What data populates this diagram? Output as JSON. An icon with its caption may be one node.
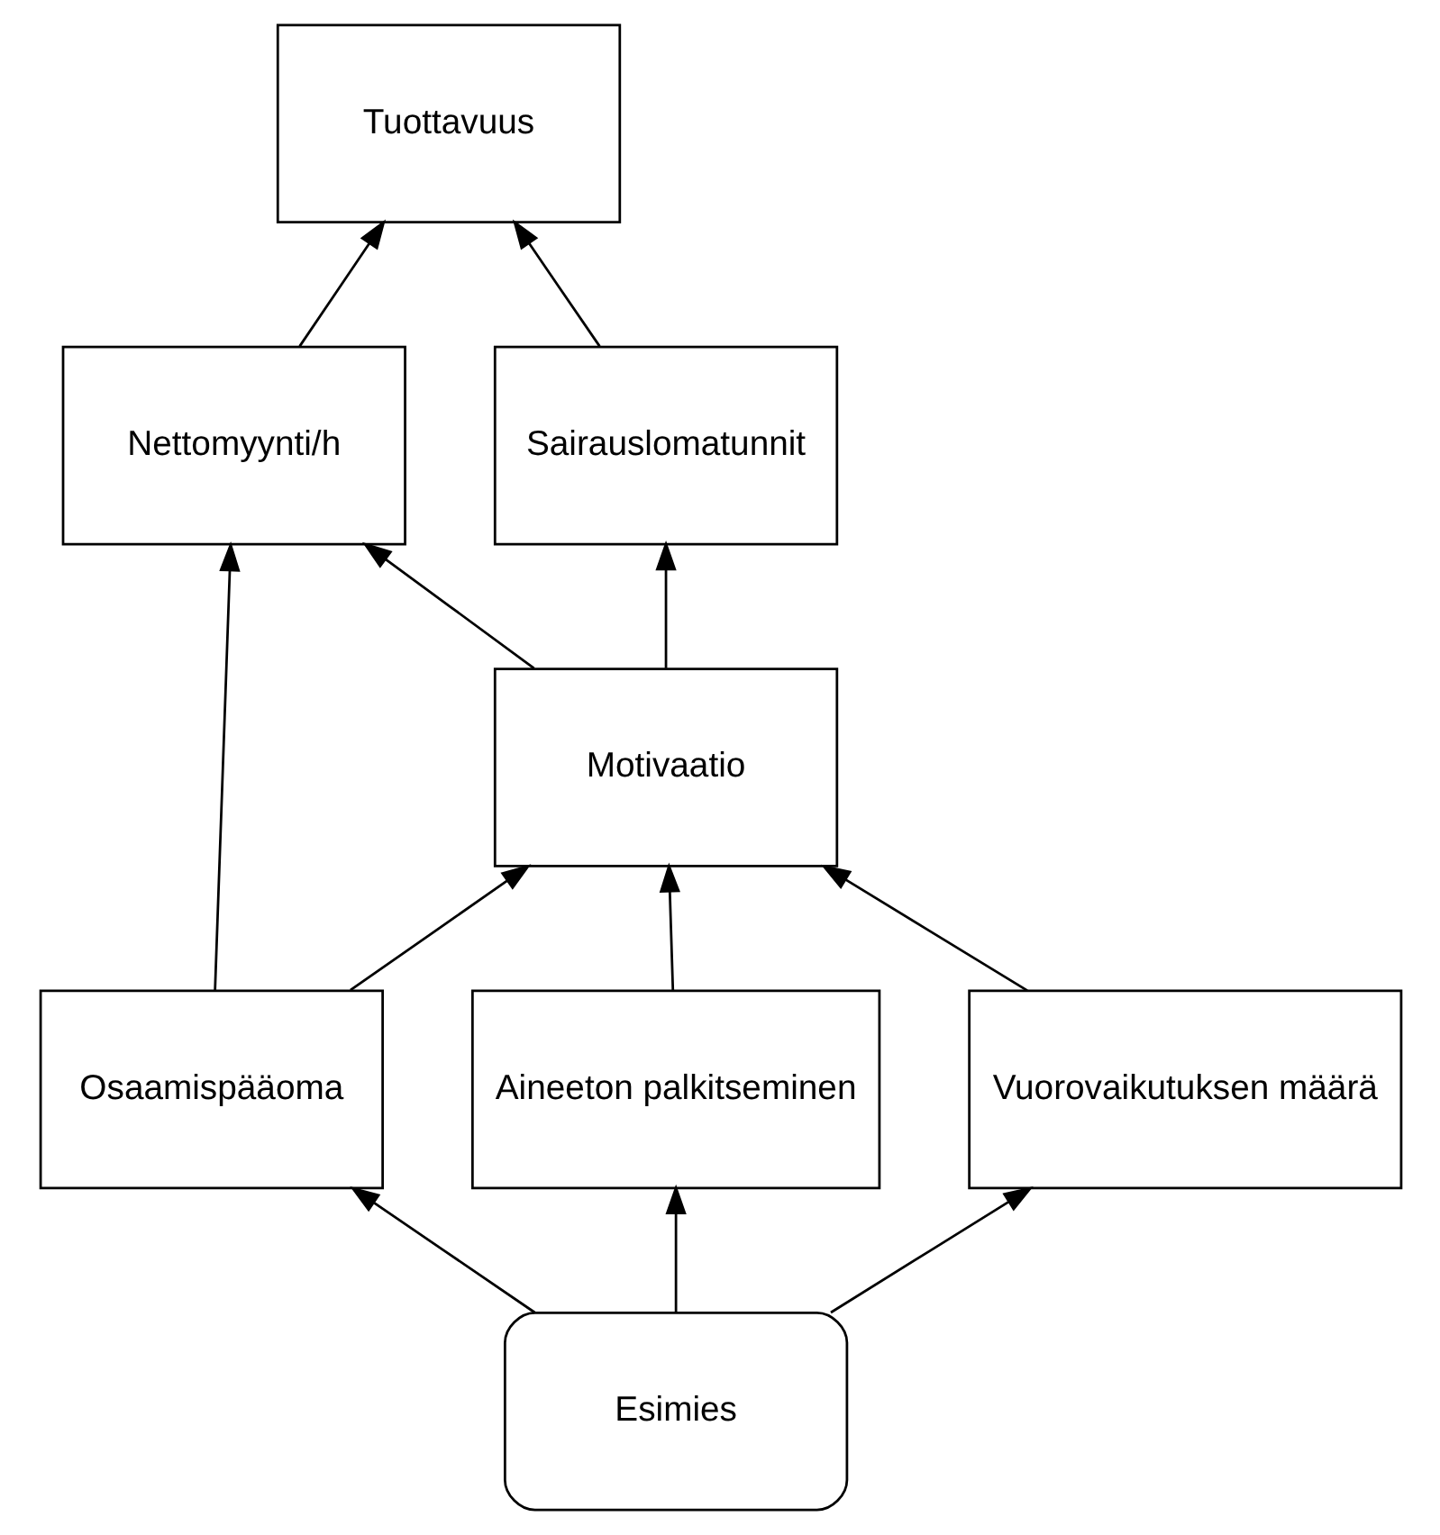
{
  "diagram": {
    "nodes": [
      {
        "text": [
          "Tuottavuus"
        ]
      },
      {
        "text": [
          "Nettomyynti/h"
        ]
      },
      {
        "text": [
          "Sairauslomatunnit"
        ]
      },
      {
        "text": [
          "Motivaatio"
        ]
      },
      {
        "text": [
          "Osaamispääoma"
        ]
      },
      {
        "text": [
          "Aineeton palkitseminen"
        ]
      },
      {
        "text": [
          "Vuorovaikutuksen määrä"
        ]
      },
      {
        "text": [
          "Esimies"
        ]
      }
    ],
    "edges": [
      {
        "from": 1,
        "to": 0,
        "arrow": "to"
      },
      {
        "from": 2,
        "to": 0,
        "arrow": "to"
      },
      {
        "from": 3,
        "to": 1,
        "arrow": "to"
      },
      {
        "from": 3,
        "to": 2,
        "arrow": "to"
      },
      {
        "from": 4,
        "to": 1,
        "arrow": "to"
      },
      {
        "from": 4,
        "to": 3,
        "arrow": "to"
      },
      {
        "from": 5,
        "to": 3,
        "arrow": "to"
      },
      {
        "from": 6,
        "to": 3,
        "arrow": "to"
      },
      {
        "from": 7,
        "to": 4,
        "arrow": "to"
      },
      {
        "from": 7,
        "to": 5,
        "arrow": "to"
      },
      {
        "from": 7,
        "to": 6,
        "arrow": "to"
      }
    ]
  }
}
